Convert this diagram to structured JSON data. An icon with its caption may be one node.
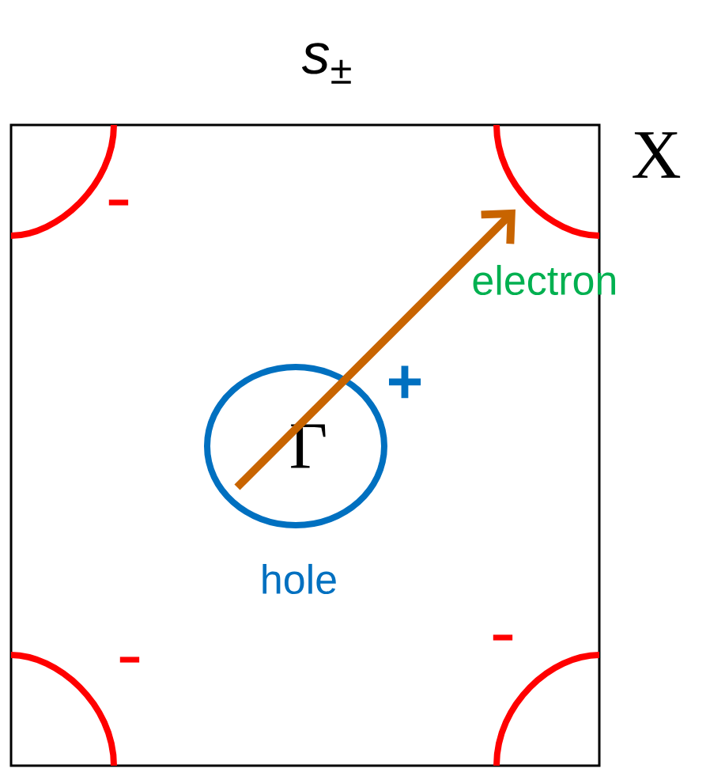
{
  "diagram": {
    "title": "*s*$_{±}$",
    "nodes": [
      {
        "text": [],
        "shape": "box"
      },
      {
        "text": [
          "Γ"
        ],
        "beside": [
          "+",
          "hole"
        ],
        "in": 0
      },
      {
        "text": [],
        "shape": "arc",
        "beside": [
          "-"
        ],
        "in": 0
      },
      {
        "text": [],
        "shape": "arc",
        "beside": [
          "electron"
        ],
        "in": 0
      },
      {
        "text": [],
        "shape": "arc",
        "beside": [
          "-"
        ],
        "in": 0
      },
      {
        "text": [],
        "shape": "arc",
        "beside": [
          "-"
        ],
        "in": 0
      }
    ],
    "edges": [
      {
        "from": 1,
        "to": 3,
        "arrow": "to",
        "color": "#c86400"
      }
    ],
    "labels": [
      "X"
    ]
  }
}
